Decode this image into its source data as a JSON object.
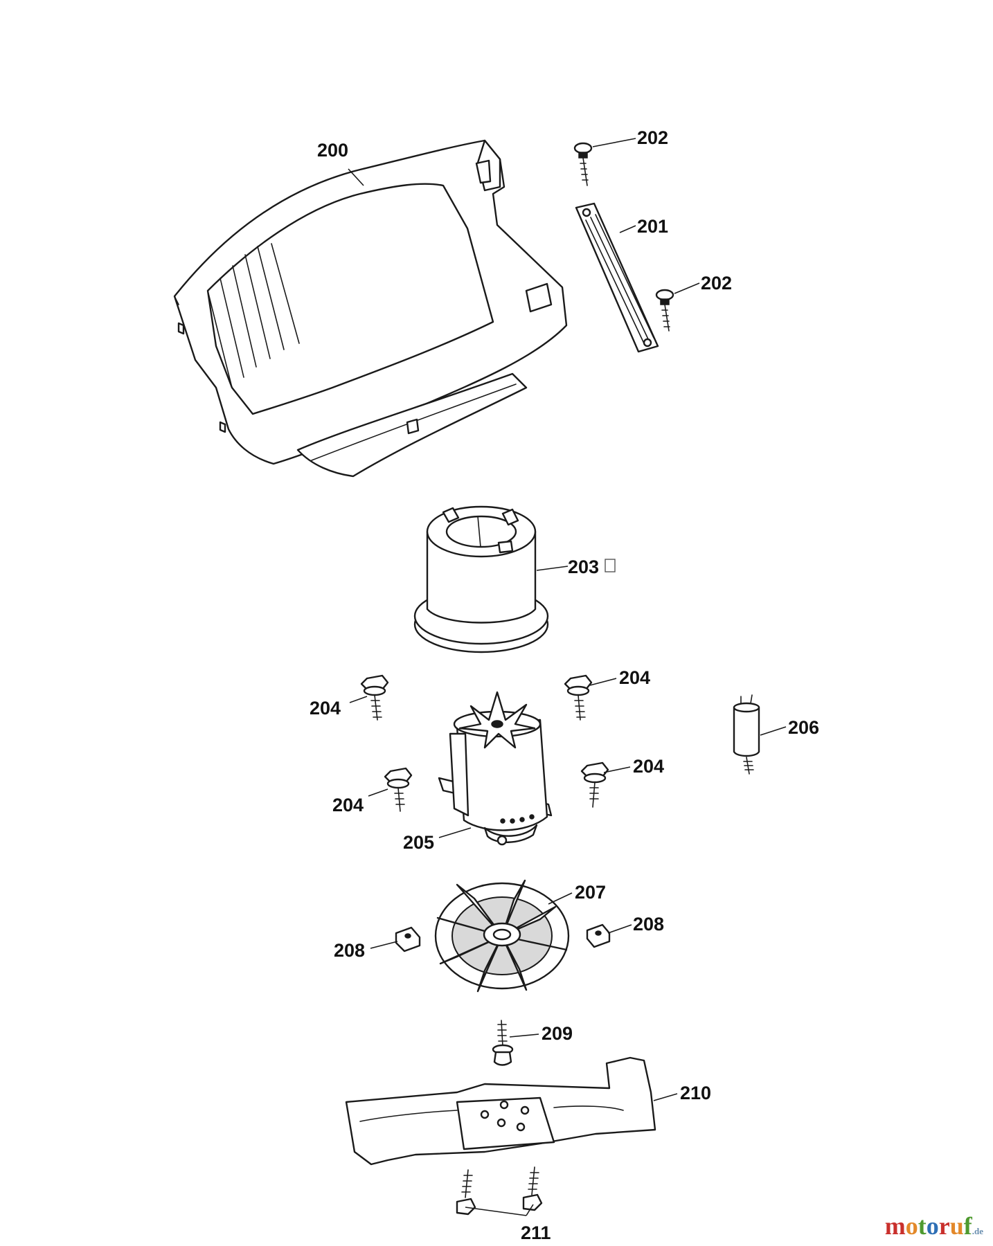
{
  "callouts": {
    "c200": "200",
    "c201": "201",
    "c202a": "202",
    "c202b": "202",
    "c203": "203",
    "c204a": "204",
    "c204b": "204",
    "c204c": "204",
    "c204d": "204",
    "c205": "205",
    "c206": "206",
    "c207": "207",
    "c208a": "208",
    "c208b": "208",
    "c209": "209",
    "c210": "210",
    "c211": "211"
  },
  "watermark": {
    "letters": [
      "m",
      "o",
      "t",
      "o",
      "r",
      "u",
      "f"
    ],
    "letter_colors": [
      "#c9302c",
      "#e3892a",
      "#4e9a2f",
      "#2f6fb5",
      "#c9302c",
      "#e3892a",
      "#4e9a2f"
    ],
    "suffix": ".de"
  }
}
